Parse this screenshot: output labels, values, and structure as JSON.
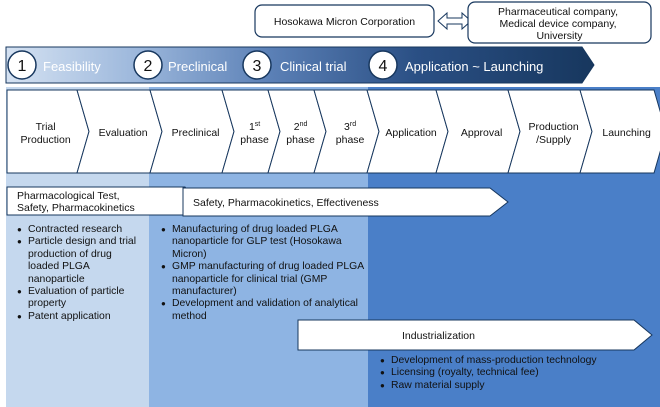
{
  "companies": {
    "left": "Hosokawa Micron Corporation",
    "right": [
      "Pharmaceutical company,",
      "Medical device company,",
      "University"
    ]
  },
  "phases": [
    {
      "num": "1",
      "label": "Feasibility"
    },
    {
      "num": "2",
      "label": "Preclinical"
    },
    {
      "num": "3",
      "label": "Clinical trial"
    },
    {
      "num": "4",
      "label": "Application ~ Launching"
    }
  ],
  "steps": [
    {
      "lines": [
        "Trial",
        "Production"
      ]
    },
    {
      "lines": [
        "Evaluation"
      ]
    },
    {
      "lines": [
        "Preclinical"
      ]
    },
    {
      "lines": [
        "1",
        "phase"
      ],
      "sup": "st"
    },
    {
      "lines": [
        "2",
        "phase"
      ],
      "sup": "nd"
    },
    {
      "lines": [
        "3",
        "phase"
      ],
      "sup": "rd"
    },
    {
      "lines": [
        "Application"
      ]
    },
    {
      "lines": [
        "Approval"
      ]
    },
    {
      "lines": [
        "Production",
        "/Supply"
      ]
    },
    {
      "lines": [
        "Launching"
      ]
    }
  ],
  "banners": {
    "pharmacological": [
      "Pharmacological Test,",
      "Safety, Pharmacokinetics"
    ],
    "safety": "Safety, Pharmacokinetics, Effectiveness",
    "industrialization": "Industrialization"
  },
  "feasibility_items": [
    "Contracted research",
    "Particle design and trial production of drug loaded PLGA nanoparticle",
    "Evaluation of particle property",
    "Patent application"
  ],
  "preclinical_items": [
    "Manufacturing of drug loaded PLGA nanoparticle for GLP test (Hosokawa Micron)",
    "GMP manufacturing of drug loaded PLGA nanoparticle for clinical trial (GMP manufacturer)",
    "Development and validation of analytical method"
  ],
  "industrial_items": [
    "Development of mass-production technology",
    "Licensing (royalty, technical fee)",
    "Raw material supply"
  ],
  "colors": {
    "navy": "#17375E",
    "light_blue": "#C5D8EE",
    "mid_blue": "#8EB4E3",
    "dark_blue": "#4A7FC8"
  }
}
